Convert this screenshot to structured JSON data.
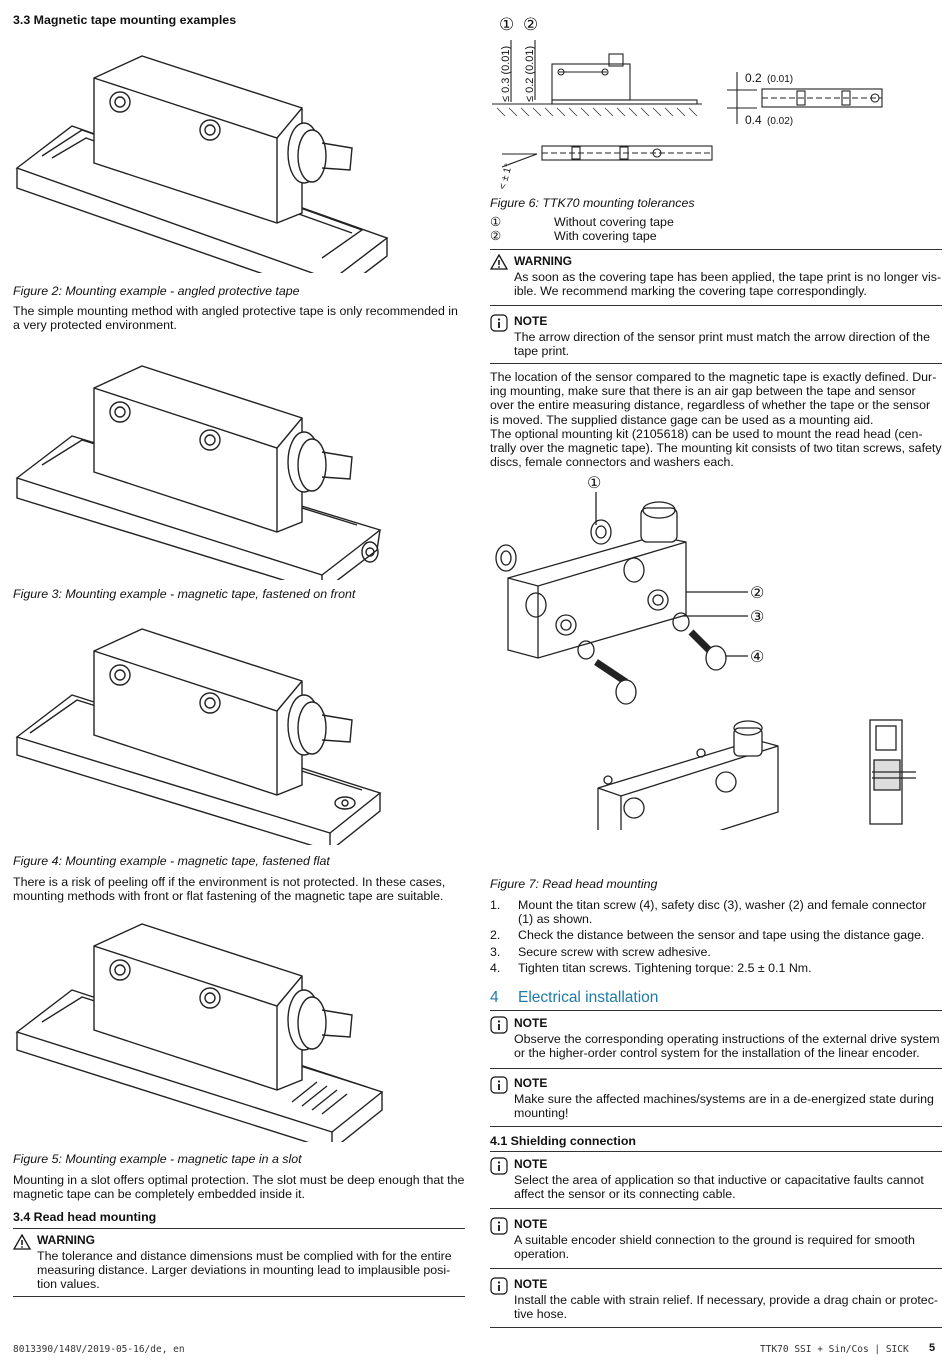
{
  "left": {
    "section_3_3": "3.3   Magnetic tape mounting examples",
    "fig2_caption": "Figure 2: Mounting example - angled protective tape",
    "fig2_text": "The simple mounting method with angled protective tape is only recommended in a very protected environment.",
    "fig3_caption": "Figure 3: Mounting example - magnetic tape, fastened on front",
    "fig4_caption": "Figure 4: Mounting example - magnetic tape, fastened flat",
    "fig4_text": "There is a risk of peeling off if the environment is not protected. In these cases, mounting methods with front or flat fastening of the magnetic tape are suitable.",
    "fig5_caption": "Figure 5: Mounting example - magnetic tape in a slot",
    "fig5_text": "Mounting in a slot offers optimal protection. The slot must be deep enough that the magnetic tape can be completely embedded inside it.",
    "section_3_4": "3.4   Read head mounting",
    "warning_title": "WARNING",
    "warning_text": "The tolerance and distance dimensions must be complied with for the entire measuring distance. Larger deviations in mounting lead to implausible posi­tion values."
  },
  "right": {
    "fig6_labels": {
      "circle1": "①",
      "circle2": "②",
      "dim_a": "≤ 0.3 (0.01)",
      "dim_b": "≤ 0.2 (0.01)",
      "dim_c": "0.2",
      "dim_c_paren": "(0.01)",
      "dim_d": "0.4",
      "dim_d_paren": "(0.02)",
      "angle": "< ± 1°"
    },
    "fig6_caption": "Figure 6: TTK70 mounting tolerances",
    "legend": [
      {
        "key": "①",
        "text": "Without covering tape"
      },
      {
        "key": "②",
        "text": "With covering tape"
      }
    ],
    "warning_title": "WARNING",
    "warning_text": "As soon as the covering tape has been applied, the tape print is no longer vis­ible. We recommend marking the covering tape correspondingly.",
    "note1_title": "NOTE",
    "note1_text": "The arrow direction of the sensor print must match the arrow direction of the tape print.",
    "para1": "The location of the sensor compared to the magnetic tape is exactly defined. Dur­ing mounting, make sure that there is an air gap between the tape and sensor over the entire measuring distance, regardless of whether the tape or the sensor is moved. The supplied distance gage can be used as a mounting aid.",
    "para2": "The optional mounting kit (2105618) can be used to mount the read head (cen­trally over the magnetic tape). The mounting kit consists of two titan screws, safety discs, female connectors and washers each.",
    "fig7_callouts": [
      "①",
      "②",
      "③",
      "④"
    ],
    "fig7_caption": "Figure 7: Read head mounting",
    "steps": [
      {
        "num": "1.",
        "text": "Mount the titan screw (4), safety disc (3), washer (2) and female connector (1) as shown."
      },
      {
        "num": "2.",
        "text": "Check the distance between the sensor and tape using the distance gage."
      },
      {
        "num": "3.",
        "text": "Secure screw with screw adhesive."
      },
      {
        "num": "4.",
        "text": "Tighten titan screws. Tightening torque: 2.5 ± 0.1 Nm."
      }
    ],
    "section_4_num": "4",
    "section_4_title": "Electrical installation",
    "note2_title": "NOTE",
    "note2_text": "Observe the corresponding operating instructions of the external drive system or the higher-order control system for the installation of the linear encoder.",
    "note3_title": "NOTE",
    "note3_text": "Make sure the affected machines/systems are in a de-energized state during mounting!",
    "section_4_1": "4.1   Shielding connection",
    "note4_title": "NOTE",
    "note4_text": "Select the area of application so that inductive or capacitative faults cannot affect the sensor or its connecting cable.",
    "note5_title": "NOTE",
    "note5_text": "A suitable encoder shield connection to the ground is required for smooth operation.",
    "note6_title": "NOTE",
    "note6_text": "Install the cable with strain relief. If necessary, provide a drag chain or protec­tive hose."
  },
  "footer": {
    "left": "8013390/148V/2019-05-16/de, en",
    "right": "TTK70 SSI + Sin/Cos | SICK",
    "page": "5"
  }
}
